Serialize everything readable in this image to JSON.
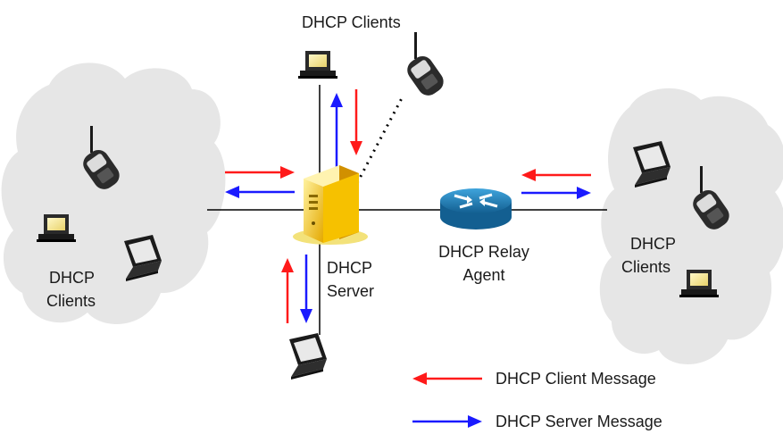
{
  "labels": {
    "top_clients": "DHCP Clients",
    "left_clients_line1": "DHCP",
    "left_clients_line2": "Clients",
    "right_clients_line1": "DHCP",
    "right_clients_line2": "Clients",
    "server_line1": "DHCP",
    "server_line2": "Server",
    "relay_line1": "DHCP Relay",
    "relay_line2": "Agent"
  },
  "legend": {
    "client_message": "DHCP Client Message",
    "server_message": "DHCP Server Message"
  },
  "colors": {
    "client_message": "#ff1a1a",
    "server_message": "#1a1aff",
    "cloud": "#e6e6e6",
    "router": "#1f7fb8",
    "server": "#f2c200"
  },
  "icons": [
    "cloud-icon",
    "laptop-icon",
    "desktop-pc-icon",
    "mobile-phone-icon",
    "server-icon",
    "router-icon"
  ]
}
